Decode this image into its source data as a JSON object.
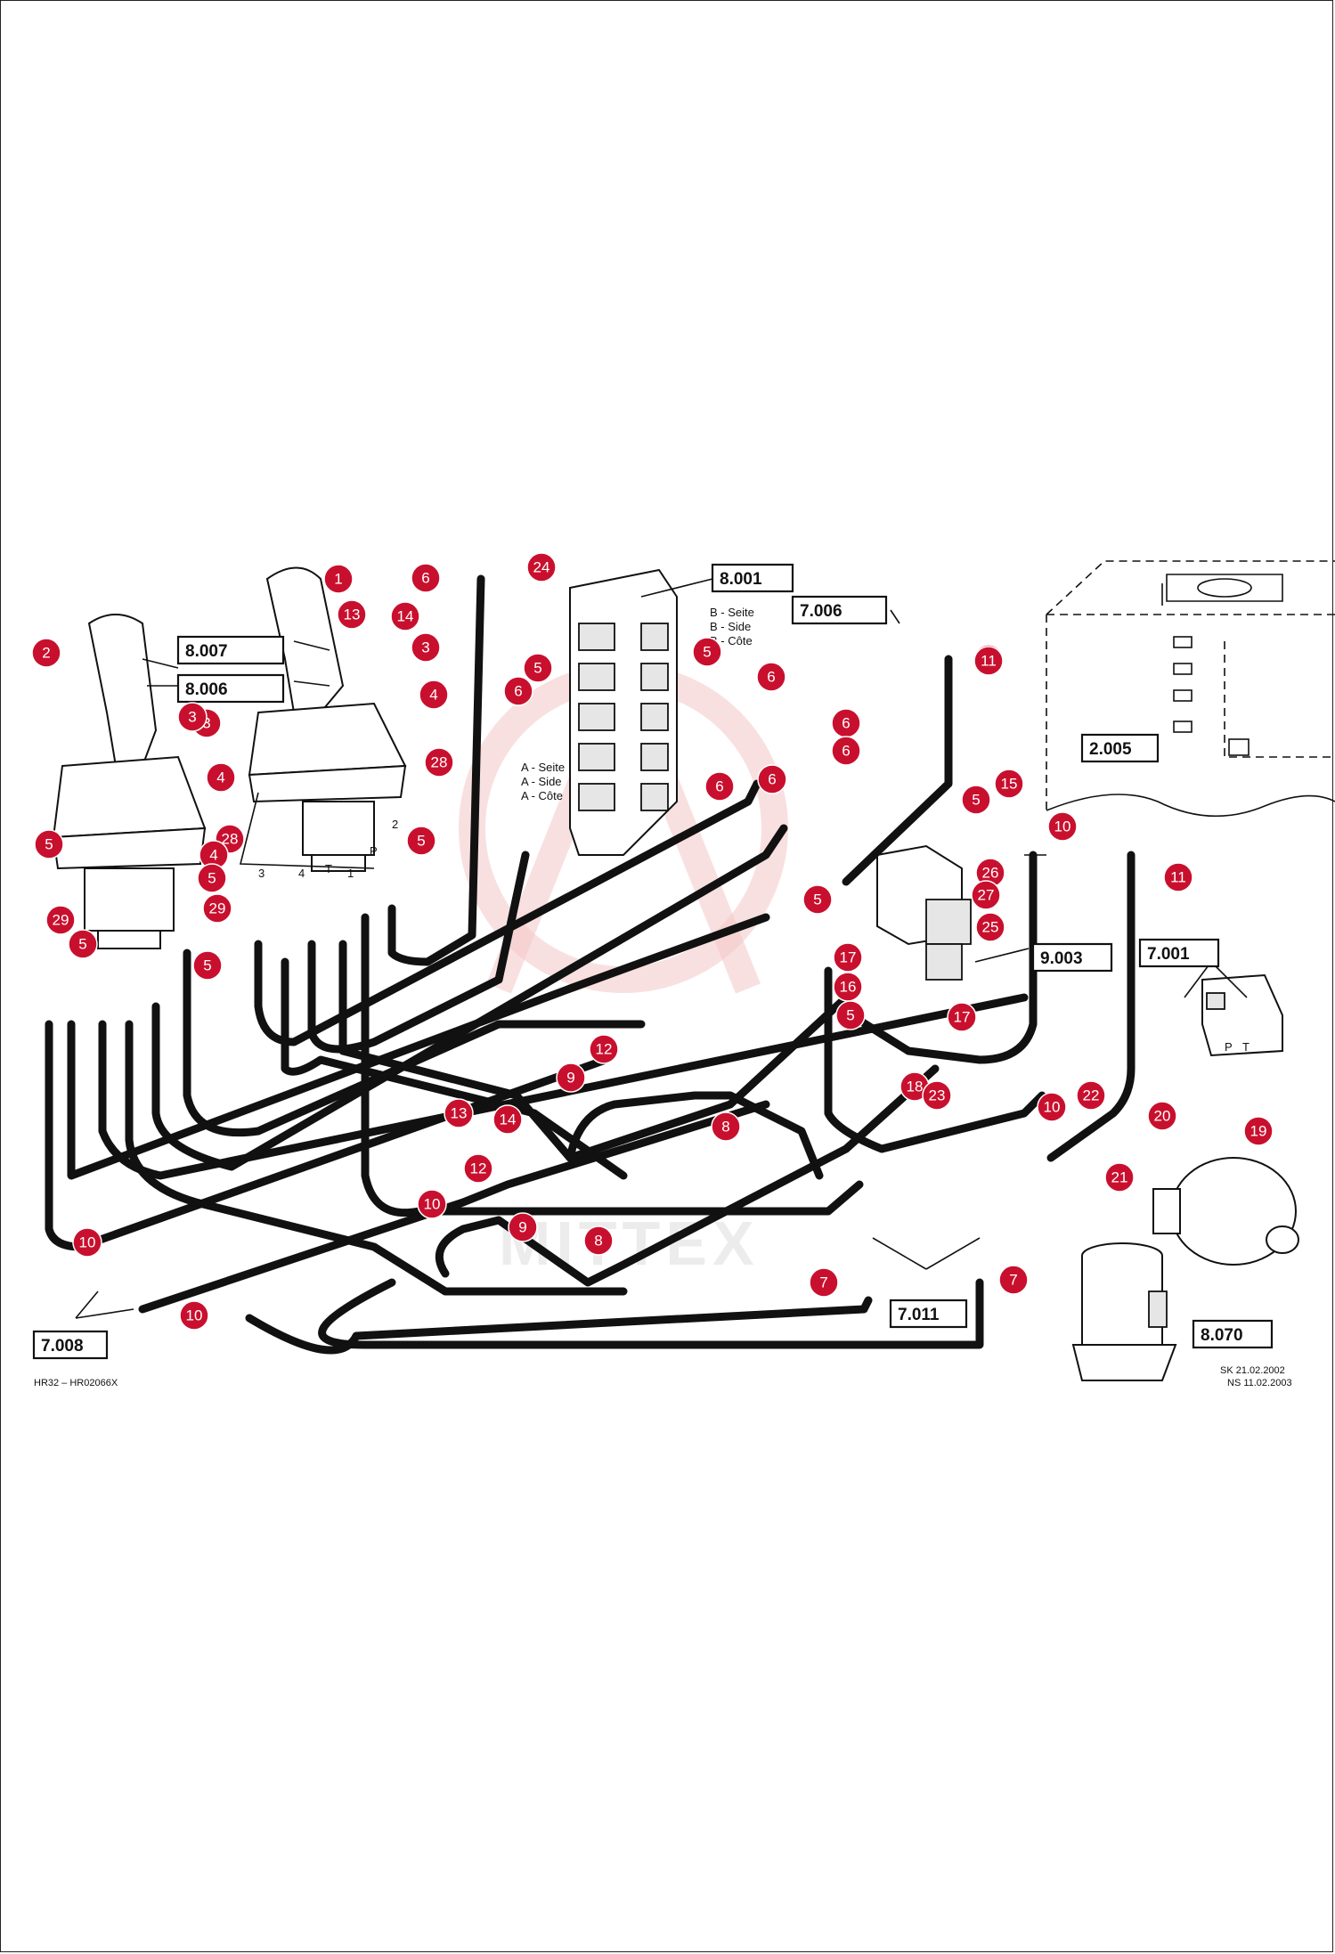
{
  "side_labels": {
    "b": [
      "B - Seite",
      "B - Side",
      "B - Côte"
    ],
    "a": [
      "A - Seite",
      "A - Side",
      "A - Côte"
    ]
  },
  "ports": [
    "3",
    "4",
    "T",
    "1",
    "P",
    "2"
  ],
  "valve_ports": [
    "P",
    "T"
  ],
  "watermark": "MITTEX",
  "footer": {
    "left_code": "HR32 – HR02066X",
    "right_line1": "SK 21.02.2002",
    "right_line2": "NS 11.02.2003"
  },
  "colors": {
    "marker": "#c8102e",
    "hose": "#111111"
  },
  "references": [
    {
      "id": "ref-8001",
      "label": "8.001"
    },
    {
      "id": "ref-7006",
      "label": "7.006"
    },
    {
      "id": "ref-8007",
      "label": "8.007"
    },
    {
      "id": "ref-8006",
      "label": "8.006"
    },
    {
      "id": "ref-2005",
      "label": "2.005"
    },
    {
      "id": "ref-9003",
      "label": "9.003"
    },
    {
      "id": "ref-7001",
      "label": "7.001"
    },
    {
      "id": "ref-7011",
      "label": "7.011"
    },
    {
      "id": "ref-7008",
      "label": "7.008"
    },
    {
      "id": "ref-8070",
      "label": "8.070"
    }
  ],
  "markers": [
    "1",
    "13",
    "2",
    "14",
    "3",
    "6",
    "24",
    "4",
    "5",
    "28",
    "29",
    "15",
    "10",
    "11",
    "26",
    "27",
    "25",
    "17",
    "16",
    "12",
    "9",
    "18",
    "23",
    "8",
    "22",
    "20",
    "19",
    "21",
    "7"
  ]
}
